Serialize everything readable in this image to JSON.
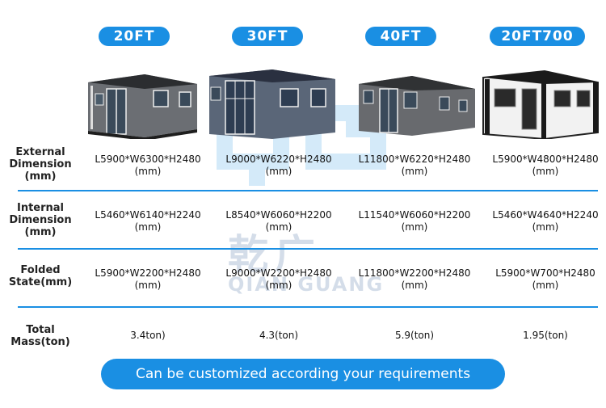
{
  "sizes": [
    "20FT",
    "30FT",
    "40FT",
    "20FT700"
  ],
  "rows": {
    "external": {
      "label": [
        "External",
        "Dimension",
        "(mm)"
      ],
      "values": [
        "L5900*W6300*H2480",
        "L9000*W6220*H2480",
        "L11800*W6220*H2480",
        "L5900*W4800*H2480"
      ]
    },
    "internal": {
      "label": [
        "Internal",
        "Dimension",
        "(mm)"
      ],
      "values": [
        "L5460*W6140*H2240",
        "L8540*W6060*H2200",
        "L11540*W6060*H2200",
        "L5460*W4640*H2240"
      ]
    },
    "folded": {
      "label": [
        "Folded",
        "State(mm)"
      ],
      "values": [
        "L5900*W2200*H2480",
        "L9000*W2200*H2480",
        "L11800*W2200*H2480",
        "L5900*W700*H2480"
      ]
    },
    "mass": {
      "label": [
        "Total",
        "Mass(ton)"
      ],
      "values": [
        "3.4ton)",
        "4.3(ton)",
        "5.9(ton)",
        "1.95(ton)"
      ]
    }
  },
  "unit": "(mm)",
  "banner": "Can be customized according your requirements",
  "watermark": {
    "cn": "乾广",
    "en": "QIAN GUANG"
  },
  "colors": {
    "accent": "#1a8fe3"
  }
}
